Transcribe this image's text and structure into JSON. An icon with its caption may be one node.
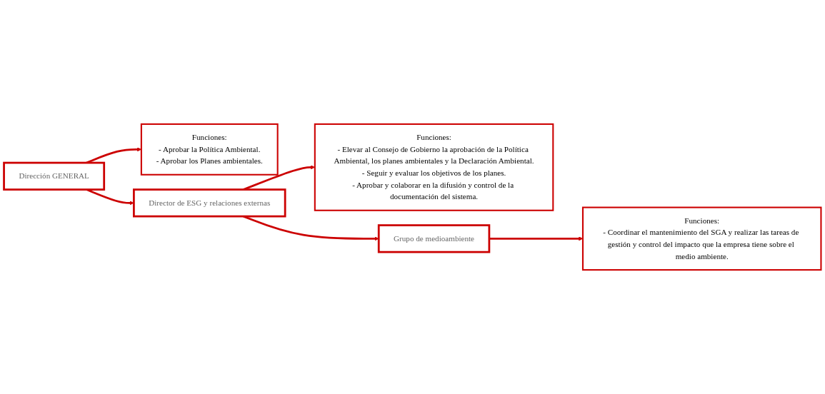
{
  "diagram": {
    "nodes": [
      {
        "text": [
          "Dirección GENERAL"
        ]
      },
      {
        "text": [
          "Funciones:",
          "- Aprobar la Política Ambiental.",
          "- Aprobar los Planes ambientales."
        ]
      },
      {
        "text": [
          "Director de ESG y relaciones externas"
        ]
      },
      {
        "text": [
          "Funciones:",
          "- Elevar al Consejo de Gobierno la aprobación de la Política Ambiental, los planes ambientales y la Declaración Ambiental.",
          "- Seguir y evaluar los objetivos de los planes.",
          "- Aprobar y colaborar en la difusión y control de la documentación del sistema."
        ]
      },
      {
        "text": [
          "Grupo de medioambiente"
        ]
      },
      {
        "text": [
          "Funciones:",
          "- Coordinar el mantenimiento del SGA y realizar las tareas de gestión y control del impacto que la empresa tiene sobre el medio ambiente."
        ]
      }
    ],
    "edges": [
      {
        "from": 0,
        "to": 1,
        "arrow": "to"
      },
      {
        "from": 0,
        "to": 2,
        "arrow": "to"
      },
      {
        "from": 2,
        "to": 3,
        "arrow": "to"
      },
      {
        "from": 2,
        "to": 4,
        "arrow": "to"
      },
      {
        "from": 4,
        "to": 5,
        "arrow": "to"
      }
    ]
  }
}
